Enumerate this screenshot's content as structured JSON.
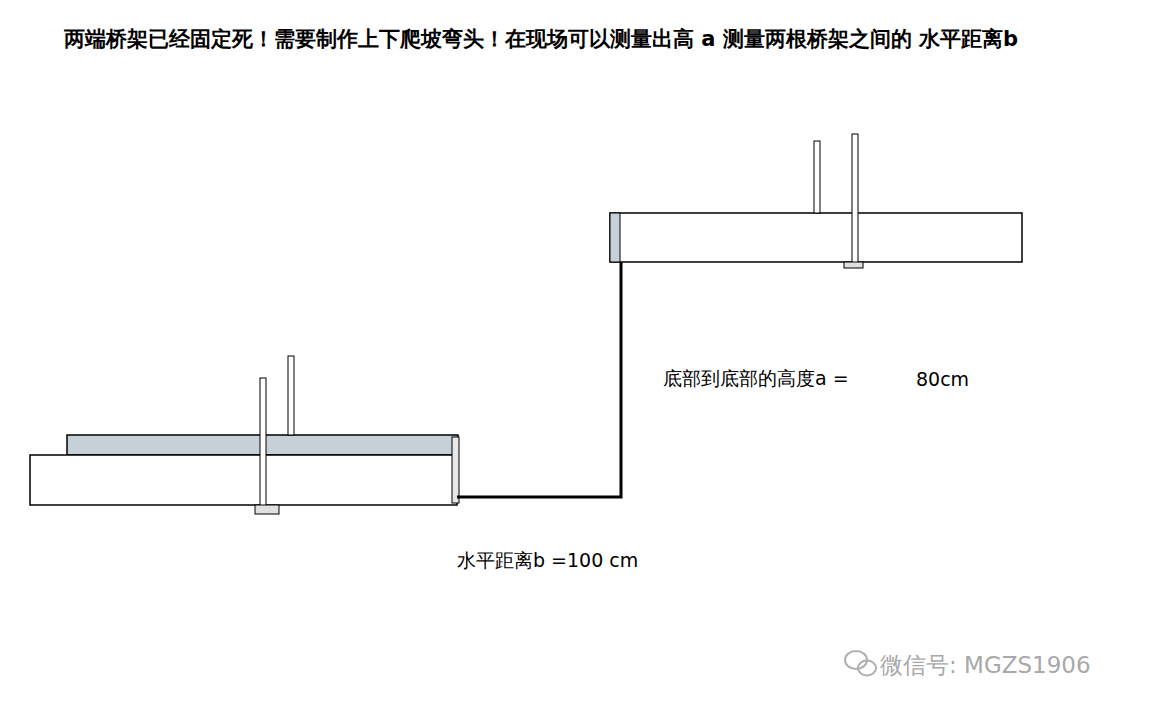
{
  "diagram": {
    "title": "两端桥架已经固定死！需要制作上下爬坡弯头！在现场可以测量出高 a 测量两根桥架之间的 水平距离b",
    "labels": [
      "底部到底部的高度a =",
      "80cm",
      "水平距离b =100 cm",
      "微信号: MGZS1906"
    ]
  }
}
